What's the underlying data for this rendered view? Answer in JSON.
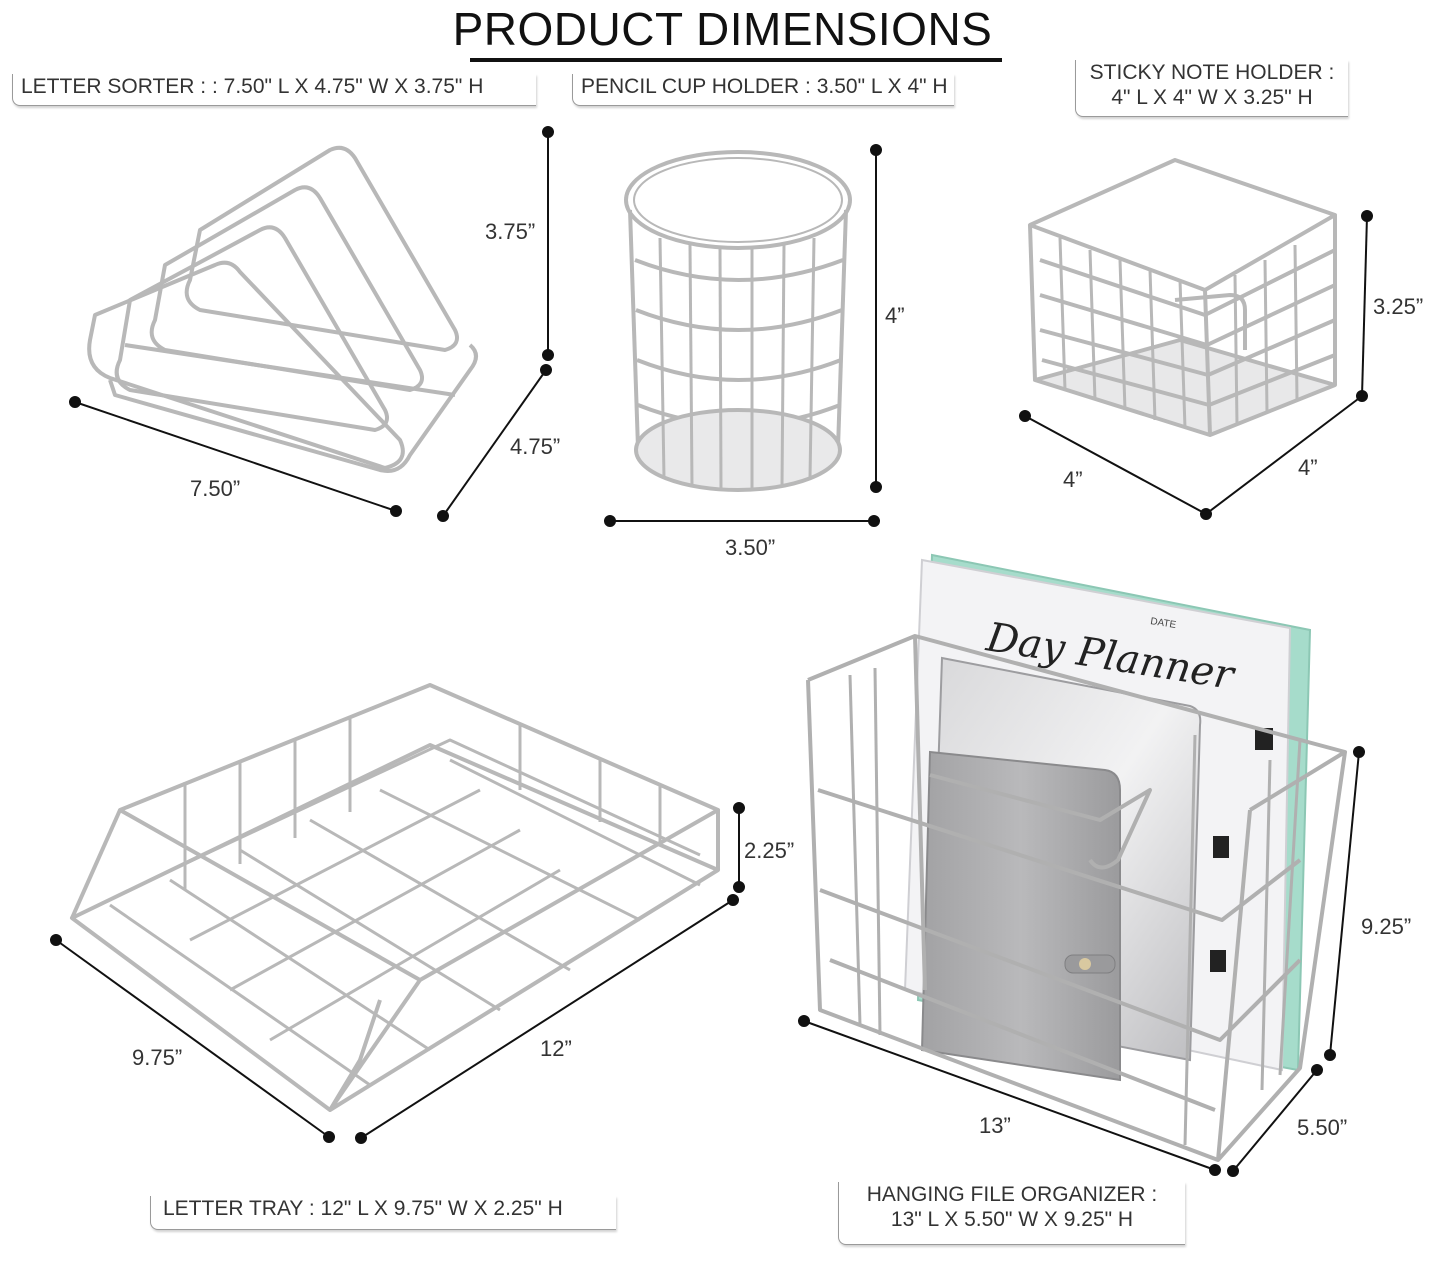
{
  "title": "PRODUCT DIMENSIONS",
  "labels": {
    "letter_sorter": "LETTER SORTER : : 7.50\" L X 4.75\" W X 3.75\" H",
    "pencil_cup": "PENCIL CUP HOLDER : 3.50\" L X 4\" H",
    "sticky_note_line1": "STICKY NOTE HOLDER :",
    "sticky_note_line2": "4\" L X 4\" W X 3.25\" H",
    "letter_tray": "LETTER TRAY : 12\" L X 9.75\" W X 2.25\" H",
    "hanging_file_line1": "HANGING FILE ORGANIZER :",
    "hanging_file_line2": "13\" L X 5.50\" W X 9.25\" H"
  },
  "dimensions": {
    "sorter_height": "3.75”",
    "sorter_width": "4.75”",
    "sorter_length": "7.50”",
    "cup_height": "4”",
    "cup_width": "3.50”",
    "sticky_height": "3.25”",
    "sticky_left": "4”",
    "sticky_right": "4”",
    "tray_height": "2.25”",
    "tray_width": "9.75”",
    "tray_length": "12”",
    "file_height": "9.25”",
    "file_length": "13”",
    "file_width": "5.50”"
  },
  "planner": {
    "title": "Day Planner",
    "date_label": "DATE"
  },
  "colors": {
    "wire": "#b8b8b8",
    "wire_dark": "#8e8e8e",
    "folder_mint": "#9fd9c8",
    "notebook_silver": "#c9c9cc",
    "binder_grey": "#a9a9ab"
  }
}
